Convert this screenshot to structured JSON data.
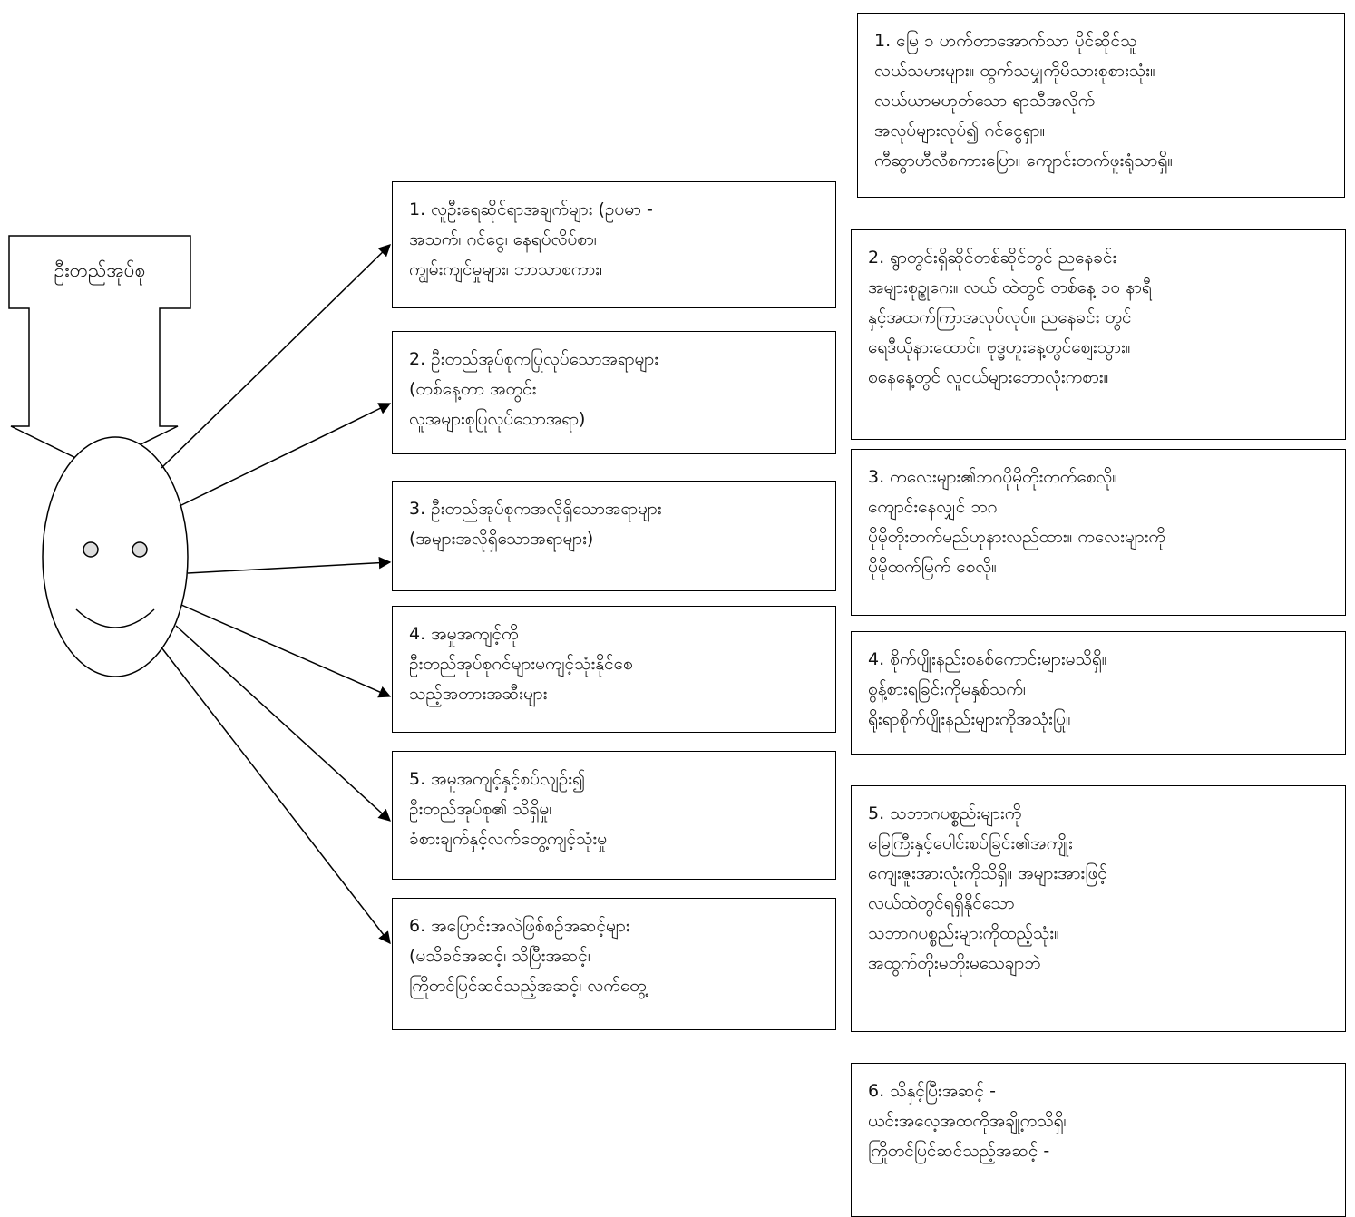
{
  "callout": {
    "label": "ဦးတည်အုပ်စု"
  },
  "face": {
    "icon": "smiley-face-icon"
  },
  "categories": [
    {
      "lines": [
        "1. လူဦးရေဆိုင်ရာအချက်များ (ဥပမာ -",
        "အသက်၊ ဂင်ငွေ၊ နေရပ်လိပ်စာ၊",
        "ကျွမ်းကျင်မှုများ၊ ဘာသာစကား၊"
      ]
    },
    {
      "lines": [
        "2. ဦးတည်အုပ်စုကပြုလုပ်သောအရာများ",
        "(တစ်နေ့တာ အတွင်း",
        "လူအများစုပြုလုပ်သောအရာ)"
      ]
    },
    {
      "lines": [
        "3. ဦးတည်အုပ်စုကအလိုရှိသောအရာများ",
        "(အများအလိုရှိသောအရာများ)"
      ]
    },
    {
      "lines": [
        "4. အမှုအကျင့်ကို",
        "ဦးတည်အုပ်စုဂင်များမကျင့်သုံးနိုင်စေ",
        "သည့်အတားအဆီးများ"
      ]
    },
    {
      "lines": [
        "5. အမူအကျင့်နှင့်စပ်လျဉ်း၍",
        "ဦးတည်အုပ်စု၏ သိရှိမှု၊",
        "ခံစားချက်နှင့်လက်တွေ့ကျင့်သုံးမှု"
      ]
    },
    {
      "lines": [
        "6. အပြောင်းအလဲဖြစ်စဉ်အဆင့်များ",
        "(မသိခင်အဆင့်၊ သိပြီးအဆင့်၊",
        "ကြိုတင်ပြင်ဆင်သည့်အဆင့်၊ လက်တွေ့"
      ]
    }
  ],
  "examples": [
    {
      "lines": [
        "1. မြေ ၁ ဟက်တာအောက်သာ ပိုင်ဆိုင်သူ",
        "လယ်သမားများ။ ထွက်သမျှကိုမိသားစုစားသုံး။",
        "လယ်ယာမဟုတ်သော ရာသီအလိုက်",
        "အလုပ်များလုပ်၍ ဂင်ငွေရှာ။",
        "ကီဆွာဟီလီစကားပြော။ ကျောင်းတက်ဖူးရုံသာရှိ။"
      ]
    },
    {
      "lines": [
        "2. ရွာတွင်းရှိဆိုင်တစ်ဆိုင်တွင် ညနေခင်း",
        "အများစုဥ္စုဂေး။ လယ် ထဲတွင် တစ်နေ့ ၁၀ နာရီ",
        "နှင့်အထက်ကြာအလုပ်လုပ်။ ညနေခင်း တွင်",
        "ရေဒီယိုနားထောင်။ ဗုဒ္ဓဟူးနေ့တွင်ဈေးသွား။",
        "စနေနေ့တွင် လူငယ်များဘောလုံးကစား။"
      ]
    },
    {
      "lines": [
        "3. ကလေးများ၏ဘဂပိုမိုတိုးတက်စေလို။",
        "ကျောင်းနေလျှင် ဘဂ",
        "ပိုမိုတိုးတက်မည်ဟုနားလည်ထား။ ကလေးများကို",
        "ပိုမိုထက်မြက် စေလို။"
      ]
    },
    {
      "lines": [
        "4. စိုက်ပျိုးနည်းစနစ်ကောင်းများမသိရှိ။",
        "စွန့်စားရခြင်းကိုမနှစ်သက်၊",
        "ရိုးရာစိုက်ပျိုးနည်းများကိုအသုံးပြု။"
      ]
    },
    {
      "lines": [
        "5. သဘာဂပစ္စည်းများကို",
        "မြေကြီးနှင့်ပေါင်းစပ်ခြင်း၏အကျိုး",
        "ကျေးဇူးအားလုံးကိုသိရှိ။ အများအားဖြင့်",
        "လယ်ထဲတွင်ရရှိနိုင်သော",
        "သဘာဂပစ္စည်းများကိုထည့်သုံး။",
        "အထွက်တိုးမတိုးမသေချာဘဲ"
      ]
    },
    {
      "lines": [
        "6. သိနှင့်ပြီးအဆင့် -",
        "ယင်းအလေ့အထကိုအချို့ကသိရှိ။",
        "ကြိုတင်ပြင်ဆင်သည့်အဆင့် -"
      ]
    }
  ]
}
